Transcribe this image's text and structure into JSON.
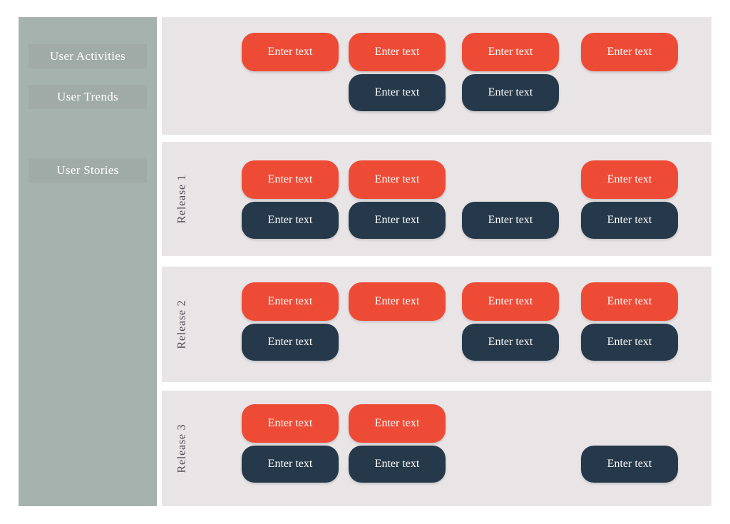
{
  "colors": {
    "card_orange": "#ee4b36",
    "card_navy": "#26394b",
    "band_background": "#e9e5e7",
    "sidebar_background": "#a6b2ae",
    "band_label_text": "#4b4b52",
    "card_text": "#ffffff",
    "sidebar_text": "#ffffff"
  },
  "sidebar": {
    "items": [
      {
        "label": "User Activities"
      },
      {
        "label": "User Trends"
      },
      {
        "label": "User Stories"
      }
    ]
  },
  "story_map": {
    "card_label": "Enter text",
    "bands": [
      {
        "name": "",
        "orange_cols": [
          1,
          2,
          3,
          4
        ],
        "navy_cols": [
          2,
          3
        ]
      },
      {
        "name": "Release 1",
        "orange_cols": [
          1,
          2,
          4
        ],
        "navy_cols": [
          1,
          2,
          3,
          4
        ]
      },
      {
        "name": "Release 2",
        "orange_cols": [
          1,
          2,
          3,
          4
        ],
        "navy_cols": [
          1,
          3,
          4
        ]
      },
      {
        "name": "Release 3",
        "orange_cols": [
          1,
          2
        ],
        "navy_cols": [
          1,
          2,
          4
        ]
      }
    ]
  }
}
